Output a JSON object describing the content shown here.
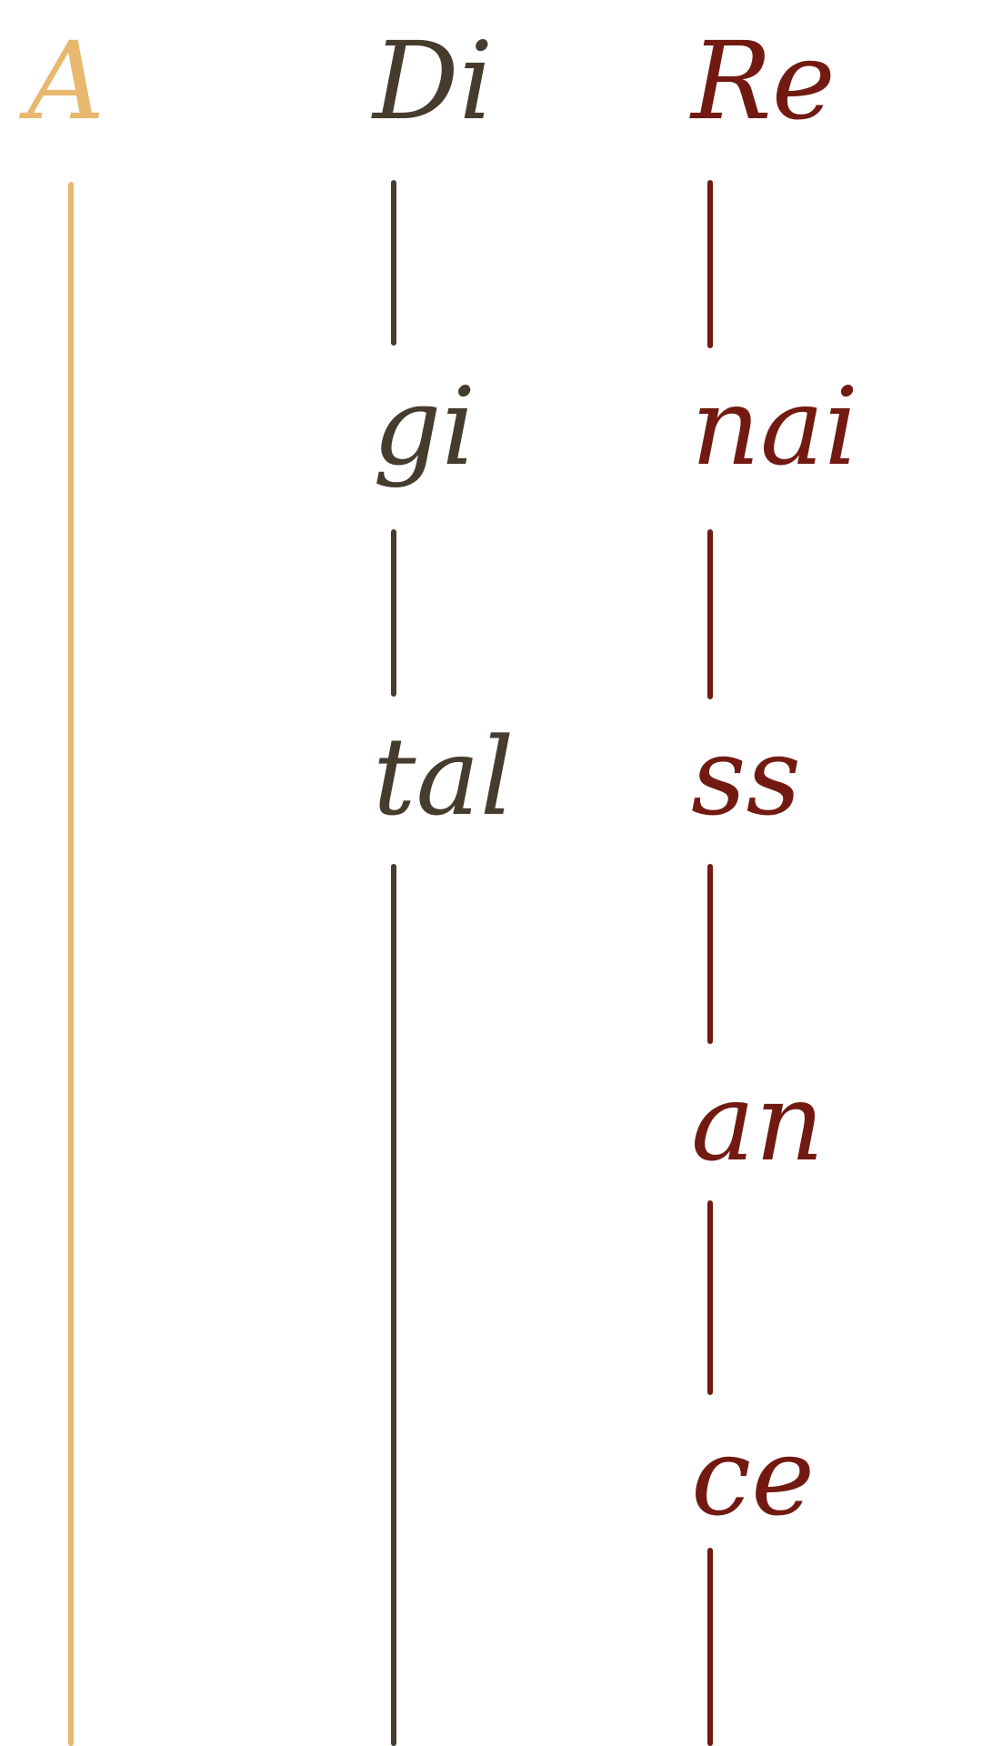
{
  "columns": [
    {
      "id": "a",
      "color": "#E8B86E",
      "syllables": [
        "A"
      ]
    },
    {
      "id": "digital",
      "color": "#463C2E",
      "syllables": [
        "Di",
        "gi",
        "tal"
      ]
    },
    {
      "id": "renaissance",
      "color": "#721A12",
      "syllables": [
        "Re",
        "nai",
        "ss",
        "an",
        "ce"
      ]
    }
  ]
}
